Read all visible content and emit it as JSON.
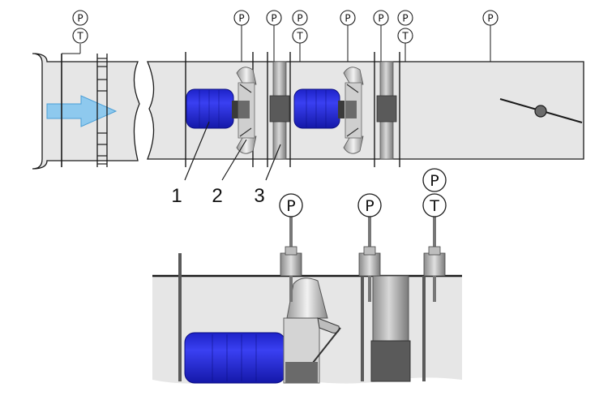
{
  "sensor_symbols": {
    "pressure": "P",
    "temperature": "T"
  },
  "callouts": [
    "1",
    "2",
    "3"
  ],
  "colors": {
    "duct_fill": "#e6e6e6",
    "motor_blue": "#2a2fe0",
    "arrow_blue": "#8ec9ee",
    "outline": "#1a1a1a"
  },
  "icons": {
    "flow_arrow": "flow-direction-arrow-icon",
    "damper": "butterfly-damper-icon",
    "motor": "electric-motor-icon",
    "fan": "axial-fan-impeller-icon",
    "sensor": "measurement-probe-icon"
  }
}
